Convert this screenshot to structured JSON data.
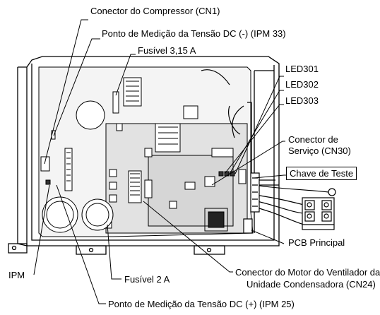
{
  "labels": {
    "compressor_connector": "Conector do Compressor (CN1)",
    "dc_neg_point": "Ponto de Medição da Tensão DC (-) (IPM 33)",
    "fuse_315": "Fusível 3,15 A",
    "led301": "LED301",
    "led302": "LED302",
    "led303": "LED303",
    "service_connector_line1": "Conector de",
    "service_connector_line2": "Serviço (CN30)",
    "test_switch": "Chave de Teste",
    "main_pcb": "PCB Principal",
    "ipm": "IPM",
    "fuse_2": "Fusível 2 A",
    "fan_motor_line1": "Conector do Motor do Ventilador da",
    "fan_motor_line2": "Unidade Condensadora (CN24)",
    "dc_pos_point": "Ponto de Medição da Tensão DC (+) (IPM 25)"
  },
  "colors": {
    "line": "#000000",
    "board_fill": "#f2f2f2",
    "panel_fill": "#ffffff"
  }
}
